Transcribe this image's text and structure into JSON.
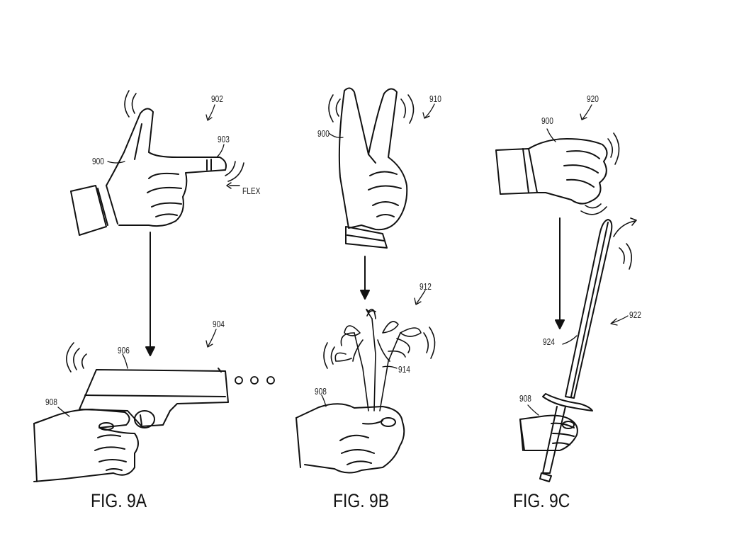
{
  "figures": [
    {
      "caption": "FIG. 9A",
      "labels": {
        "gesture_ref": "902",
        "finger_ref": "903",
        "hand_ref": "900",
        "flex": "FLEX",
        "object_ref": "904",
        "barrel_ref": "906",
        "holding_hand_ref": "908"
      },
      "ellipsis": "○ ○ ○"
    },
    {
      "caption": "FIG. 9B",
      "labels": {
        "gesture_ref": "910",
        "hand_ref": "900",
        "object_ref": "912",
        "stem_ref": "914",
        "holding_hand_ref": "908"
      }
    },
    {
      "caption": "FIG. 9C",
      "labels": {
        "gesture_ref": "920",
        "hand_ref": "900",
        "object_ref": "922",
        "blade_ref": "924",
        "holding_hand_ref": "908"
      }
    }
  ]
}
